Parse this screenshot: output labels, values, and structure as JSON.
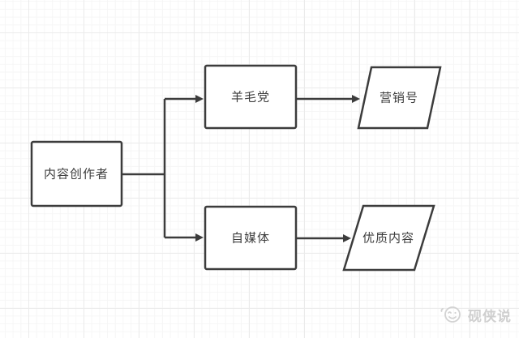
{
  "canvas": {
    "background": "#ffffff",
    "grid_minor_color": "#f6f6f6",
    "grid_major_color": "#ebebeb",
    "stroke_color": "#3c3c3c",
    "text_color": "#3d3d3d"
  },
  "diagram": {
    "nodes": [
      {
        "id": "content-creator",
        "label": "内容创作者",
        "shape": "rectangle"
      },
      {
        "id": "freeloader-group",
        "label": "羊毛党",
        "shape": "rectangle"
      },
      {
        "id": "marketing-account",
        "label": "营销号",
        "shape": "parallelogram"
      },
      {
        "id": "self-media",
        "label": "自媒体",
        "shape": "rectangle"
      },
      {
        "id": "quality-content",
        "label": "优质内容",
        "shape": "parallelogram"
      }
    ],
    "edges": [
      {
        "from": "content-creator",
        "to": "freeloader-group",
        "style": "elbow-arrow"
      },
      {
        "from": "content-creator",
        "to": "self-media",
        "style": "elbow-arrow"
      },
      {
        "from": "freeloader-group",
        "to": "marketing-account",
        "style": "straight-arrow"
      },
      {
        "from": "self-media",
        "to": "quality-content",
        "style": "straight-arrow"
      }
    ]
  },
  "watermark": {
    "icon": "smiley-face-icon",
    "text": "砚侠说",
    "color": "#cfcfcf"
  }
}
